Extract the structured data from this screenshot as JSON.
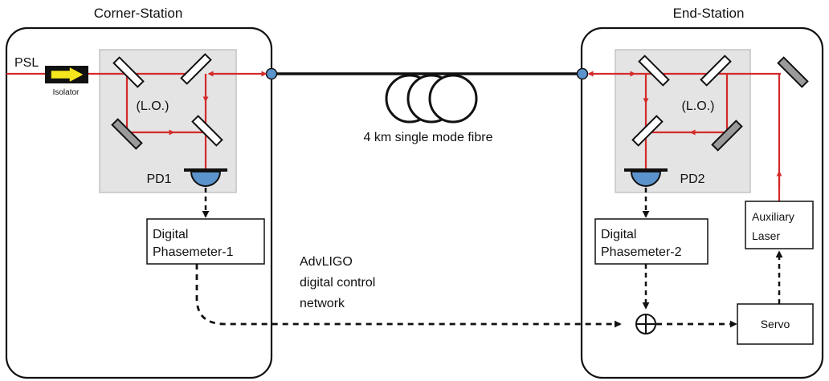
{
  "corner_station": {
    "title": "Corner-Station",
    "psl_label": "PSL",
    "isolator_label": "Isolator",
    "lo_label": "(L.O.)",
    "pd_label": "PD1",
    "phasemeter_line1": "Digital",
    "phasemeter_line2": "Phasemeter-1"
  },
  "end_station": {
    "title": "End-Station",
    "lo_label": "(L.O.)",
    "pd_label": "PD2",
    "phasemeter_line1": "Digital",
    "phasemeter_line2": "Phasemeter-2",
    "aux_laser_line1": "Auxiliary",
    "aux_laser_line2": "Laser",
    "servo_label": "Servo"
  },
  "fibre_label": "4 km single mode fibre",
  "network_label": {
    "line1": "AdvLIGO",
    "line2": "digital control",
    "line3": "network"
  },
  "colors": {
    "beam": "#d42a2a",
    "panel": "#e4e4e4",
    "pd": "#5b94cc",
    "isolator_fill": "#111111",
    "isolator_arrow": "#f5e61d",
    "mirror_grey": "#9a9a9a",
    "fiber_port": "#5b94cc"
  }
}
